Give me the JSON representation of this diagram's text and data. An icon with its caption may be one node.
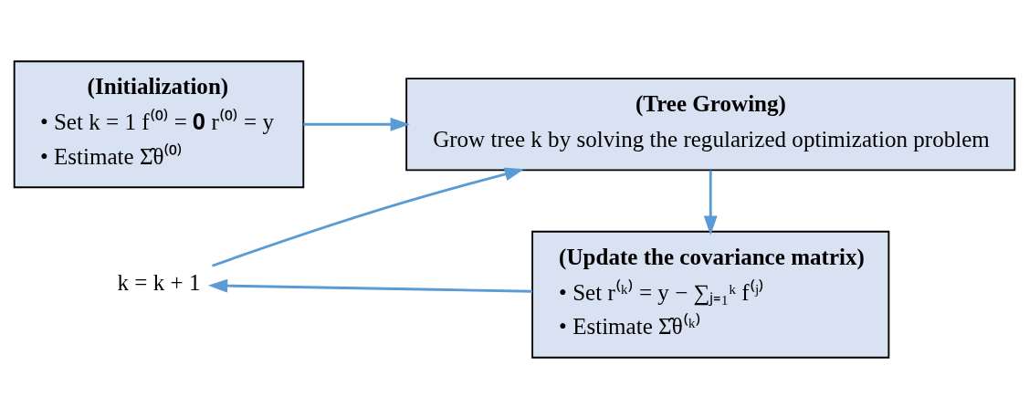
{
  "diagram": {
    "nodes": [
      {
        "text": [
          "(Initialization)",
          "• Set k = 1 f⁽⁰⁾ = 𝟎 r⁽⁰⁾ = y",
          "• Estimate Σ̂θ⁽⁰⁾"
        ]
      },
      {
        "text": [
          "(Tree Growing)",
          "Grow tree k by solving the regularized optimization problem"
        ]
      },
      {
        "text": [
          "(Update the covariance matrix)",
          "• Set r⁽ᵏ⁾ = y − ∑ⱼ₌₁ᵏ f⁽ʲ⁾",
          "• Estimate Σ̂θ⁽ᵏ⁾"
        ]
      },
      {
        "text": [
          "k = k + 1"
        ]
      }
    ],
    "edges": [
      {
        "from": 0,
        "to": 1,
        "arrow": "to"
      },
      {
        "from": 1,
        "to": 2,
        "arrow": "to"
      },
      {
        "from": 2,
        "to": 3,
        "arrow": "to"
      },
      {
        "from": 3,
        "to": 1,
        "arrow": "to"
      }
    ]
  }
}
